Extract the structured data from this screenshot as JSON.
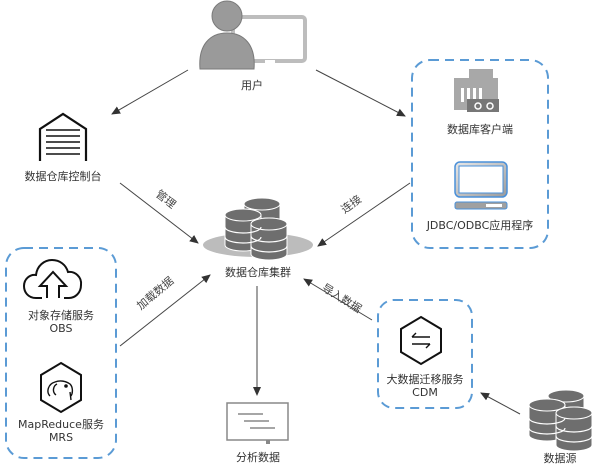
{
  "title": "数据仓库服务架构",
  "nodes": {
    "user": {
      "label": "用户",
      "icon": "user-with-laptop-icon"
    },
    "console": {
      "label": "数据仓库控制台",
      "icon": "warehouse-icon"
    },
    "db_client": {
      "label": "数据库客户端",
      "icon": "database-client-icon"
    },
    "jdbc": {
      "label": "JDBC/ODBC应用程序",
      "icon": "monitor-icon"
    },
    "cluster": {
      "label": "数据仓库集群",
      "icon": "database-cluster-icon"
    },
    "obs": {
      "label": "对象存储服务",
      "sublabel": "OBS",
      "icon": "cloud-upload-icon"
    },
    "mrs": {
      "label": "MapReduce服务",
      "sublabel": "MRS",
      "icon": "elephant-hexagon-icon"
    },
    "cdm": {
      "label": "大数据迁移服务",
      "sublabel": "CDM",
      "icon": "exchange-hexagon-icon"
    },
    "analysis": {
      "label": "分析数据",
      "icon": "report-document-icon"
    },
    "source": {
      "label": "数据源",
      "icon": "database-stack-icon"
    }
  },
  "edges": {
    "manage": "管理",
    "connect": "连接",
    "load": "加载数据",
    "import": "导入数据"
  },
  "colors": {
    "group_border": "#5b9bd5",
    "icon_gray": "#6e6e6e",
    "icon_light": "#b8b8b8",
    "arrow": "#333333",
    "monitor_blue": "#4a90d9"
  }
}
